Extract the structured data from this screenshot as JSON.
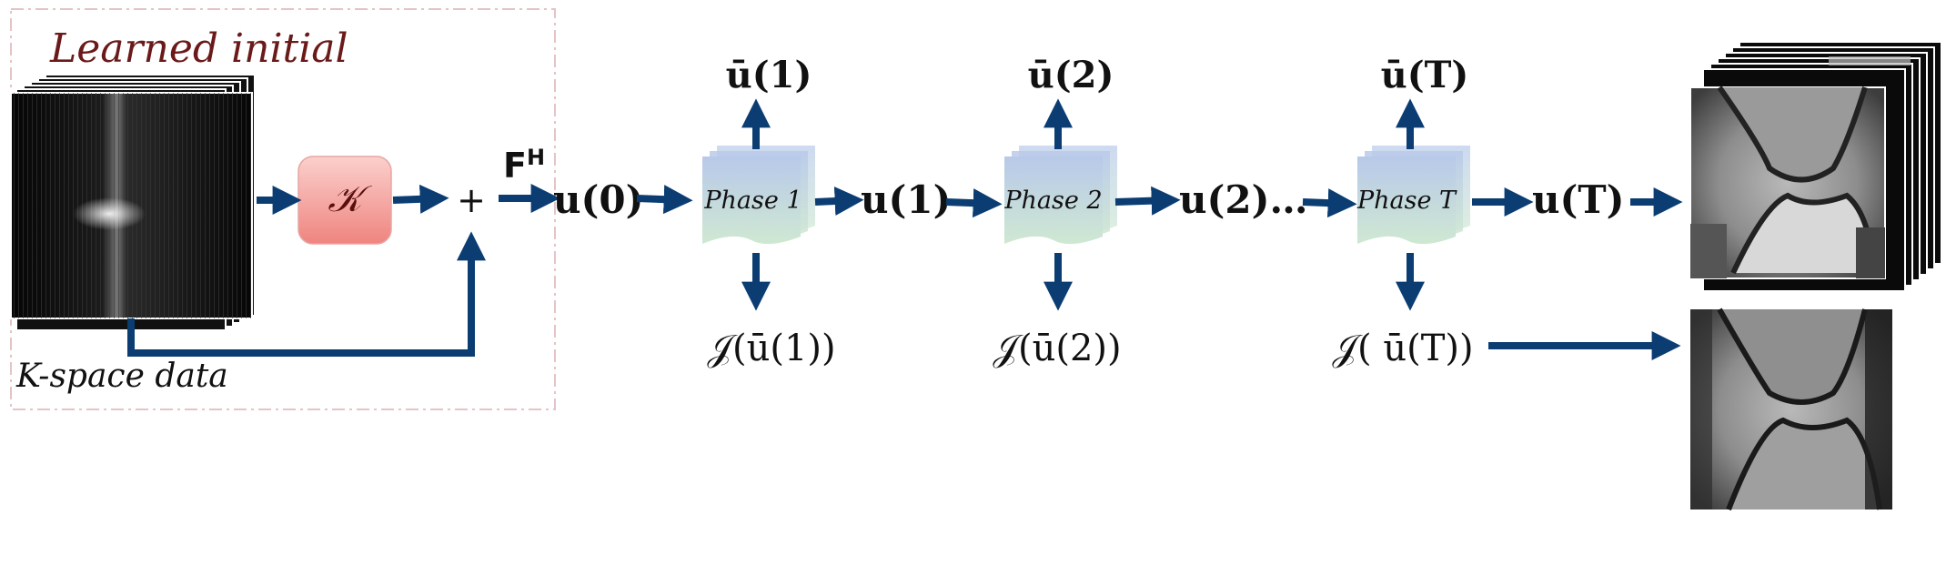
{
  "initial_block": {
    "title": "Learned initial",
    "kspace_label": "K-space data",
    "operator_symbol": "𝒦",
    "sum_symbol": "+",
    "transform_symbol": "F",
    "transform_superscript": "H",
    "title_color": "#6b1a1a",
    "operator_fill": "#f08c88"
  },
  "states": {
    "u0": "u(0)",
    "u1": "u(1)",
    "u2": "u(2)…",
    "uT": "u(T)"
  },
  "phases": [
    {
      "label": "Phase 1",
      "output": "ū(1)",
      "cost": "𝒥(ū(1))"
    },
    {
      "label": "Phase 2",
      "output": "ū(2)",
      "cost": "𝒥(ū(2))"
    },
    {
      "label": "Phase T",
      "output": "ū(T)",
      "cost": "𝒥( ū(T))"
    }
  ],
  "colors": {
    "arrow": "#0b3d73",
    "phase_top": "#b8c9ea",
    "phase_bottom": "#cfe8d2",
    "dashed_border": "#e4c4c4"
  }
}
